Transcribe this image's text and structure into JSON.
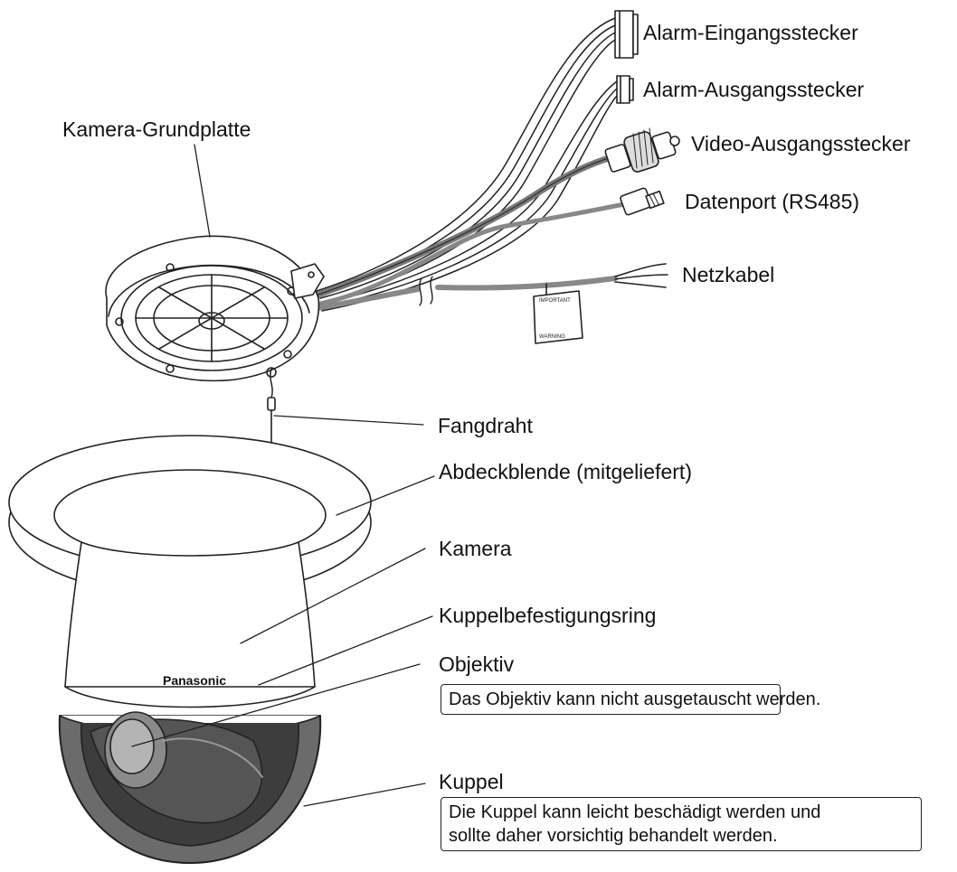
{
  "labels": {
    "alarm_input_connector": "Alarm-Eingangsstecker",
    "alarm_output_connector": "Alarm-Ausgangsstecker",
    "camera_base_plate": "Kamera-Grundplatte",
    "video_output_connector": "Video-Ausgangsstecker",
    "data_port": "Datenport (RS485)",
    "power_cable": "Netzkabel",
    "safety_wire": "Fangdraht",
    "cover_trim": "Abdeckblende (mitgeliefert)",
    "camera": "Kamera",
    "dome_ring": "Kuppelbefestigungsring",
    "lens": "Objektiv",
    "dome": "Kuppel"
  },
  "notes": {
    "lens_note": "Das Objektiv kann nicht ausgetauscht werden.",
    "dome_note_line1": "Die Kuppel kann leicht beschädigt werden und",
    "dome_note_line2": "sollte daher vorsichtig behandelt werden."
  },
  "product": {
    "brand": "Panasonic",
    "tag_top": "IMPORTANT",
    "tag_bottom": "WARNING"
  }
}
